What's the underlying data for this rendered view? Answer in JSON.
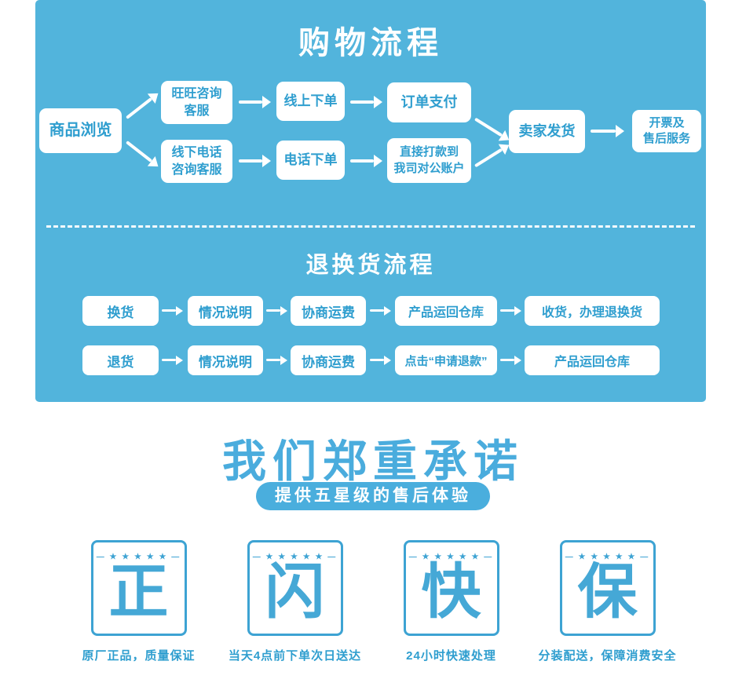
{
  "colors": {
    "panel_bg": "#52b4dc",
    "flow_text_blue": "#2f9ecf",
    "stamp_blue": "#3da3d3",
    "promise_title_blue": "#4aacdd",
    "box_bg": "#ffffff"
  },
  "shopping_flow": {
    "title": "购物流程",
    "nodes": {
      "browse": "商品浏览",
      "wangwang": "旺旺咨询\n客服",
      "offline_phone": "线下电话\n咨询客服",
      "online_order": "线上下单",
      "phone_order": "电话下单",
      "order_pay": "订单支付",
      "direct_pay": "直接打款到\n我司对公账户",
      "seller_ship": "卖家发货",
      "invoice_service": "开票及\n售后服务"
    }
  },
  "return_flow": {
    "title": "退换货流程",
    "exchange_row": [
      "换货",
      "情况说明",
      "协商运费",
      "产品运回仓库",
      "收货，办理退换货"
    ],
    "refund_row": [
      "退货",
      "情况说明",
      "协商运费",
      "点击“申请退款”",
      "产品运回仓库"
    ]
  },
  "promise": {
    "title": "我们郑重承诺",
    "subtitle": "提供五星级的售后体验",
    "stars_decoration": "— ★ ★ ★ ★ ★ —",
    "stamps": [
      {
        "char": "正",
        "caption": "原厂正品，质量保证"
      },
      {
        "char": "闪",
        "caption": "当天4点前下单次日送达"
      },
      {
        "char": "快",
        "caption": "24小时快速处理"
      },
      {
        "char": "保",
        "caption": "分装配送，保障消费安全"
      }
    ]
  }
}
